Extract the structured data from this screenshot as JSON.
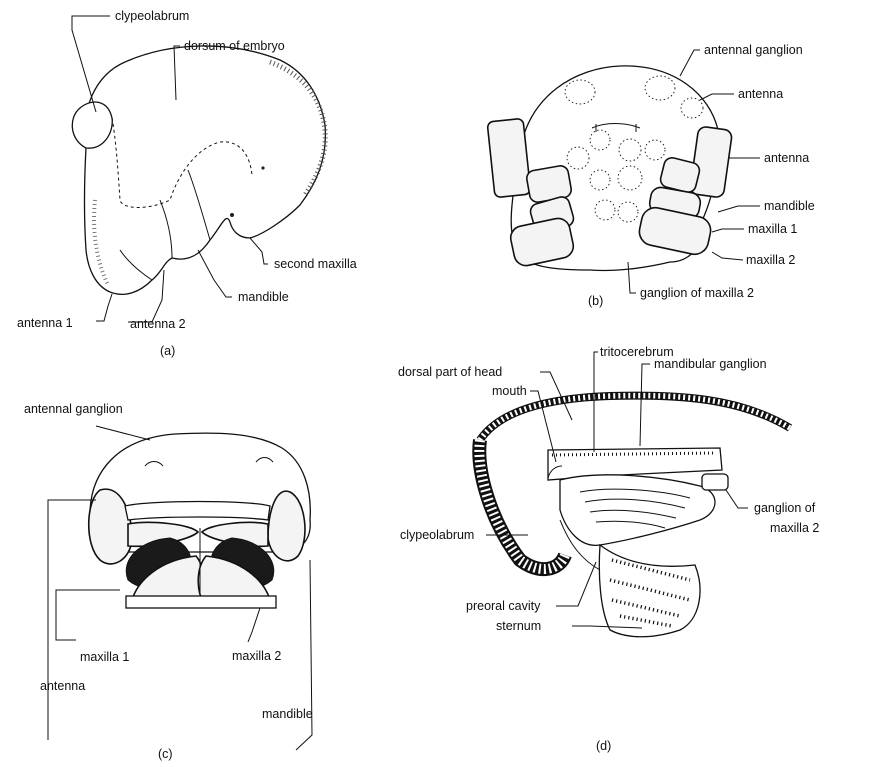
{
  "panels": {
    "a": {
      "caption": "(a)",
      "labels": {
        "clypeolabrum": "clypeolabrum",
        "dorsum": "dorsum of embryo",
        "second_maxilla": "second maxilla",
        "mandible": "mandible",
        "antenna_1": "antenna 1",
        "antenna_2": "antenna 2"
      }
    },
    "b": {
      "caption": "(b)",
      "labels": {
        "antennal_ganglion": "antennal ganglion",
        "antenna_top": "antenna",
        "antenna_side": "antenna",
        "mandible": "mandible",
        "maxilla_1": "maxilla 1",
        "maxilla_2": "maxilla 2",
        "ganglion_maxilla_2": "ganglion of maxilla 2"
      }
    },
    "c": {
      "caption": "(c)",
      "labels": {
        "antennal_ganglion": "antennal ganglion",
        "maxilla_1": "maxilla 1",
        "maxilla_2": "maxilla 2",
        "antenna": "antenna",
        "mandible": "mandible"
      }
    },
    "d": {
      "caption": "(d)",
      "labels": {
        "dorsal_head": "dorsal part of head",
        "tritocerebrum": "tritocerebrum",
        "mandibular_ganglion": "mandibular ganglion",
        "mouth": "mouth",
        "clypeolabrum": "clypeolabrum",
        "ganglion_maxilla_2_line1": "ganglion of",
        "ganglion_maxilla_2_line2": "maxilla 2",
        "preoral_cavity": "preoral cavity",
        "sternum": "sternum"
      }
    }
  }
}
